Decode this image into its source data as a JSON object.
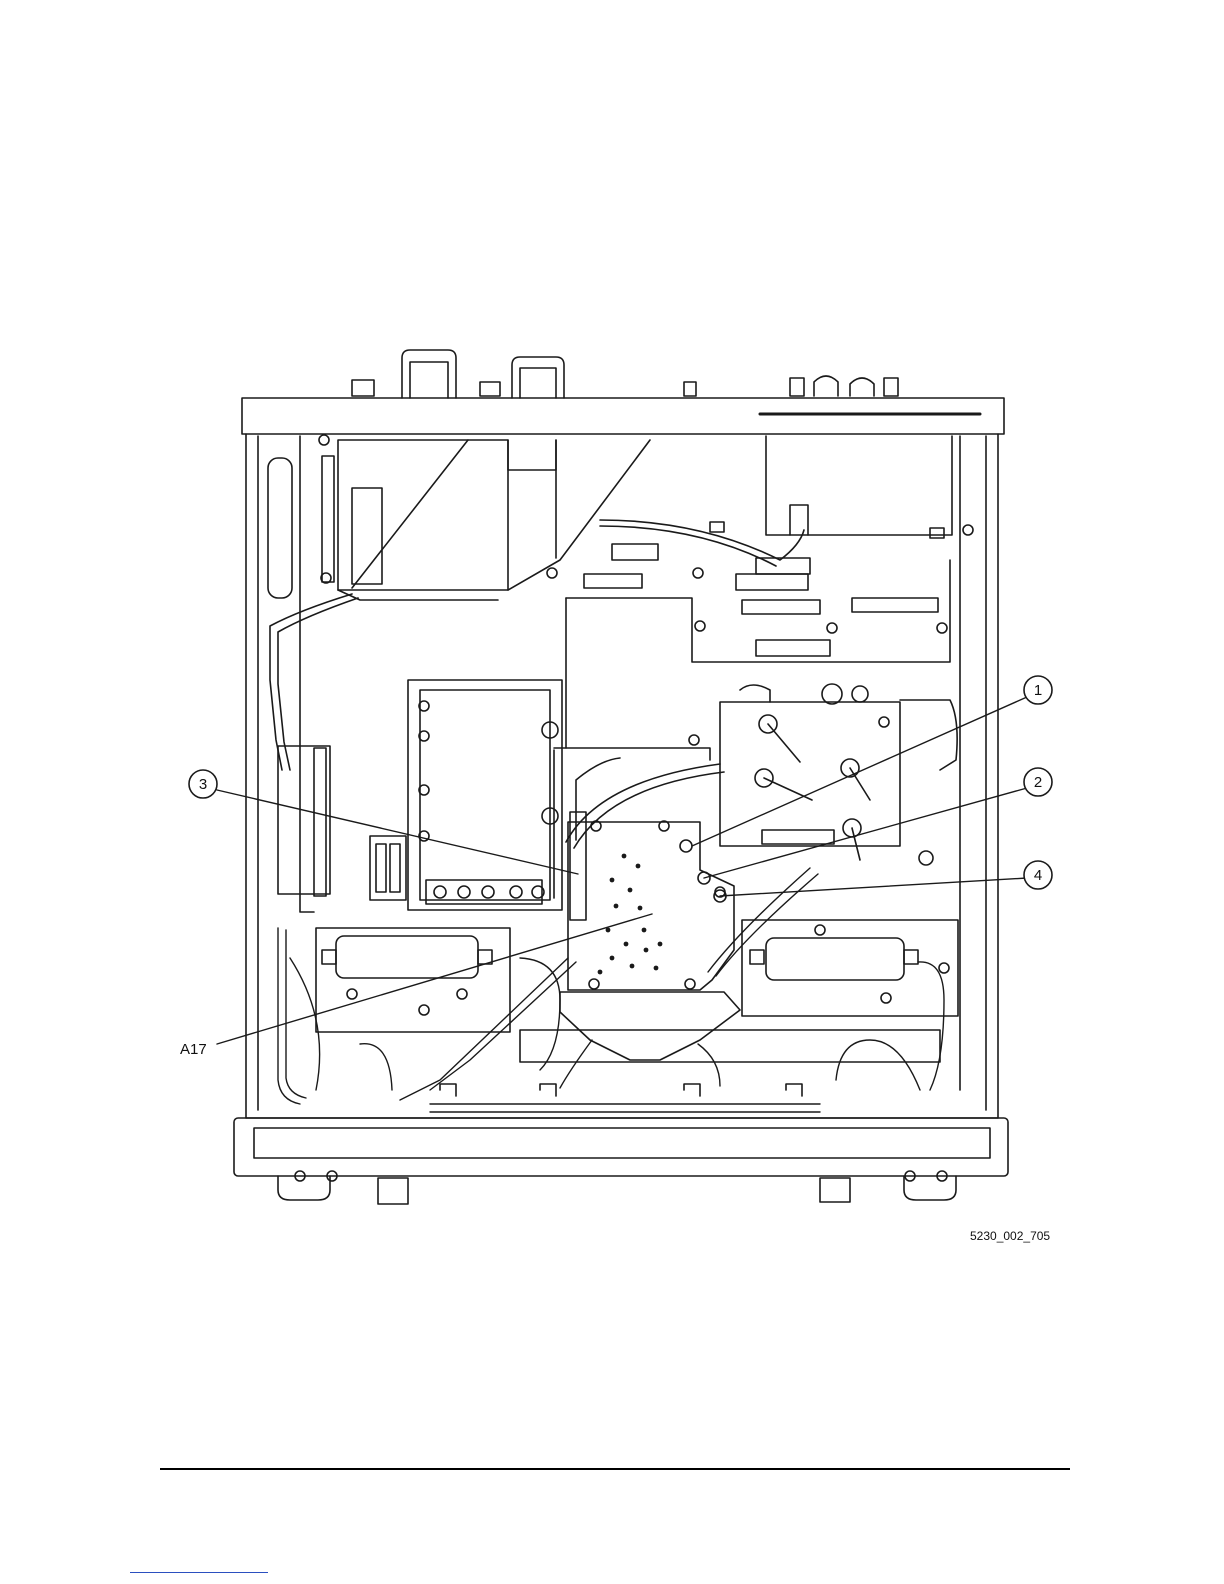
{
  "figure": {
    "figure_id": "5230_002_705",
    "callouts": [
      {
        "id": "c1",
        "label": "1"
      },
      {
        "id": "c2",
        "label": "2"
      },
      {
        "id": "c3",
        "label": "3"
      },
      {
        "id": "c4",
        "label": "4"
      }
    ],
    "component_label": "A17"
  }
}
